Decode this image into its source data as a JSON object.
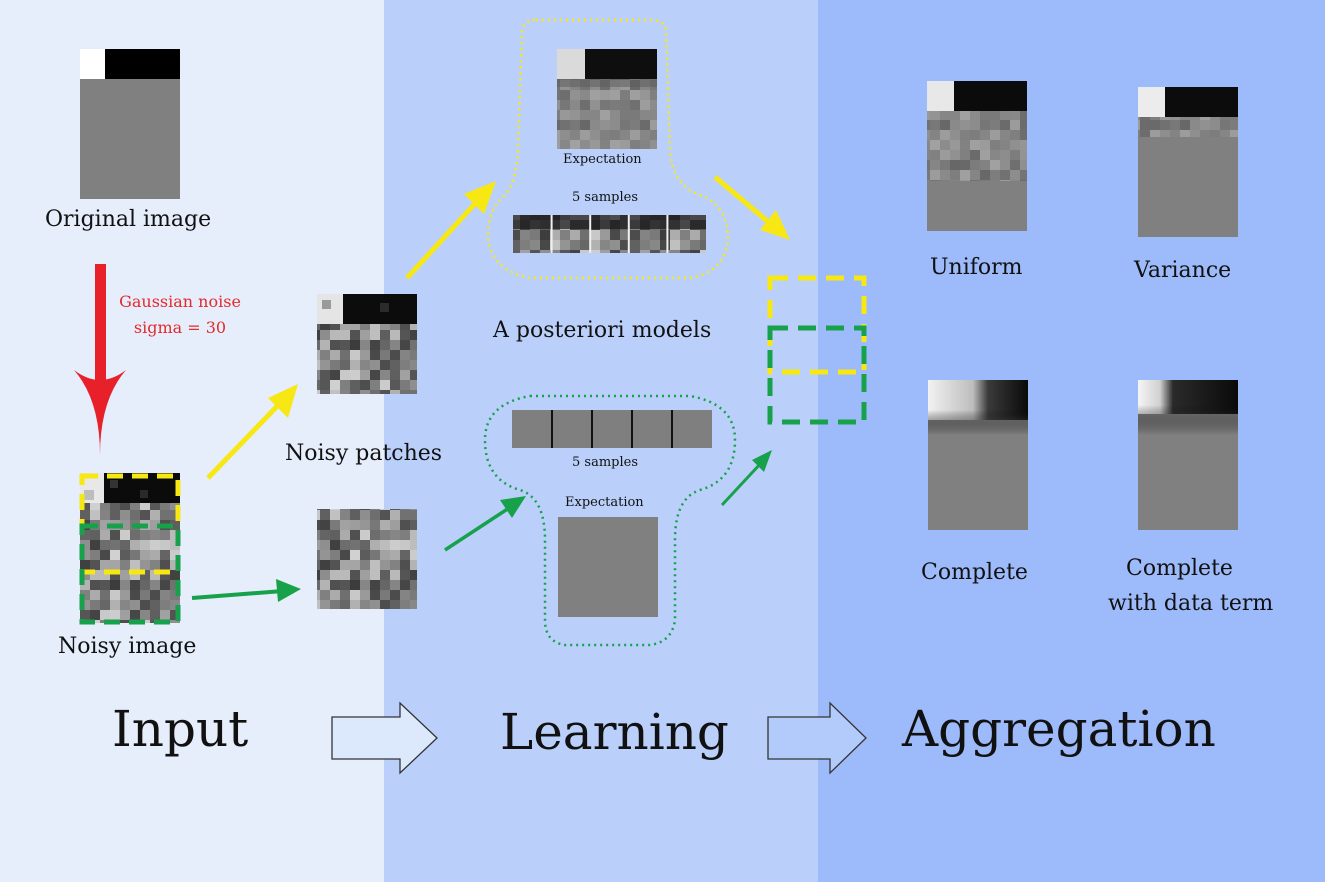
{
  "sections": {
    "input": {
      "title": "Input",
      "color": "#e6edfb"
    },
    "learning": {
      "title": "Learning",
      "color": "#bad0fb"
    },
    "aggregation": {
      "title": "Aggregation",
      "color": "#9dbafa"
    }
  },
  "input": {
    "original_label": "Original image",
    "noise_label_line1": "Gaussian noise",
    "noise_label_line2": "sigma = 30",
    "noisy_label": "Noisy image"
  },
  "patches": {
    "label": "Noisy patches"
  },
  "models": {
    "label": "A posteriori models",
    "top": {
      "expectation_label": "Expectation",
      "samples_label": "5 samples"
    },
    "bottom": {
      "samples_label": "5 samples",
      "expectation_label": "Expectation"
    }
  },
  "results": [
    {
      "label": "Uniform"
    },
    {
      "label": "Variance"
    },
    {
      "label": "Complete"
    },
    {
      "label": "Complete",
      "label2": "with data term"
    }
  ],
  "colors": {
    "red_arrow": "#e8202a",
    "yellow": "#f7e813",
    "green": "#16a14a",
    "noise_text": "#e32b2b"
  }
}
